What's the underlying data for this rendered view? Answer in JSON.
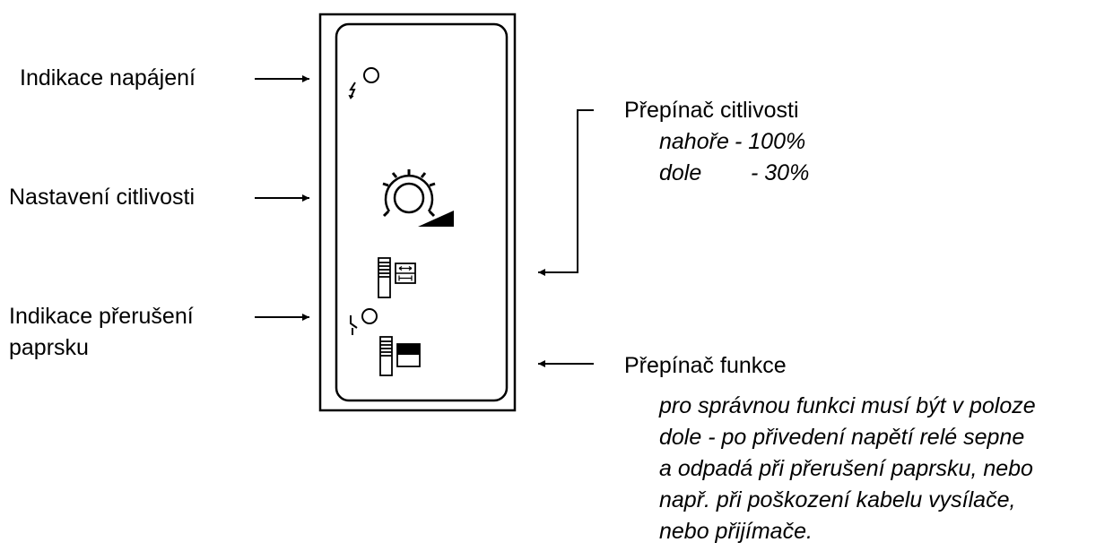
{
  "labels": {
    "power_indicator": "Indikace napájení",
    "sensitivity_adjust": "Nastavení citlivosti",
    "beam_break_line1": "Indikace přerušení",
    "beam_break_line2": "paprsku",
    "sensitivity_switch_title": "Přepínač citlivosti",
    "sensitivity_top_label": "nahoře",
    "sensitivity_top_value": "- 100%",
    "sensitivity_bottom_label": "dole",
    "sensitivity_bottom_value": "-  30%",
    "function_switch_title": "Přepínač funkce",
    "function_note": [
      "pro správnou funkci musí být v poloze",
      "dole - po přivedení napětí relé sepne",
      "a odpadá při přerušení paprsku, nebo",
      "např. při poškození kabelu vysílače,",
      "nebo přijímače."
    ]
  }
}
